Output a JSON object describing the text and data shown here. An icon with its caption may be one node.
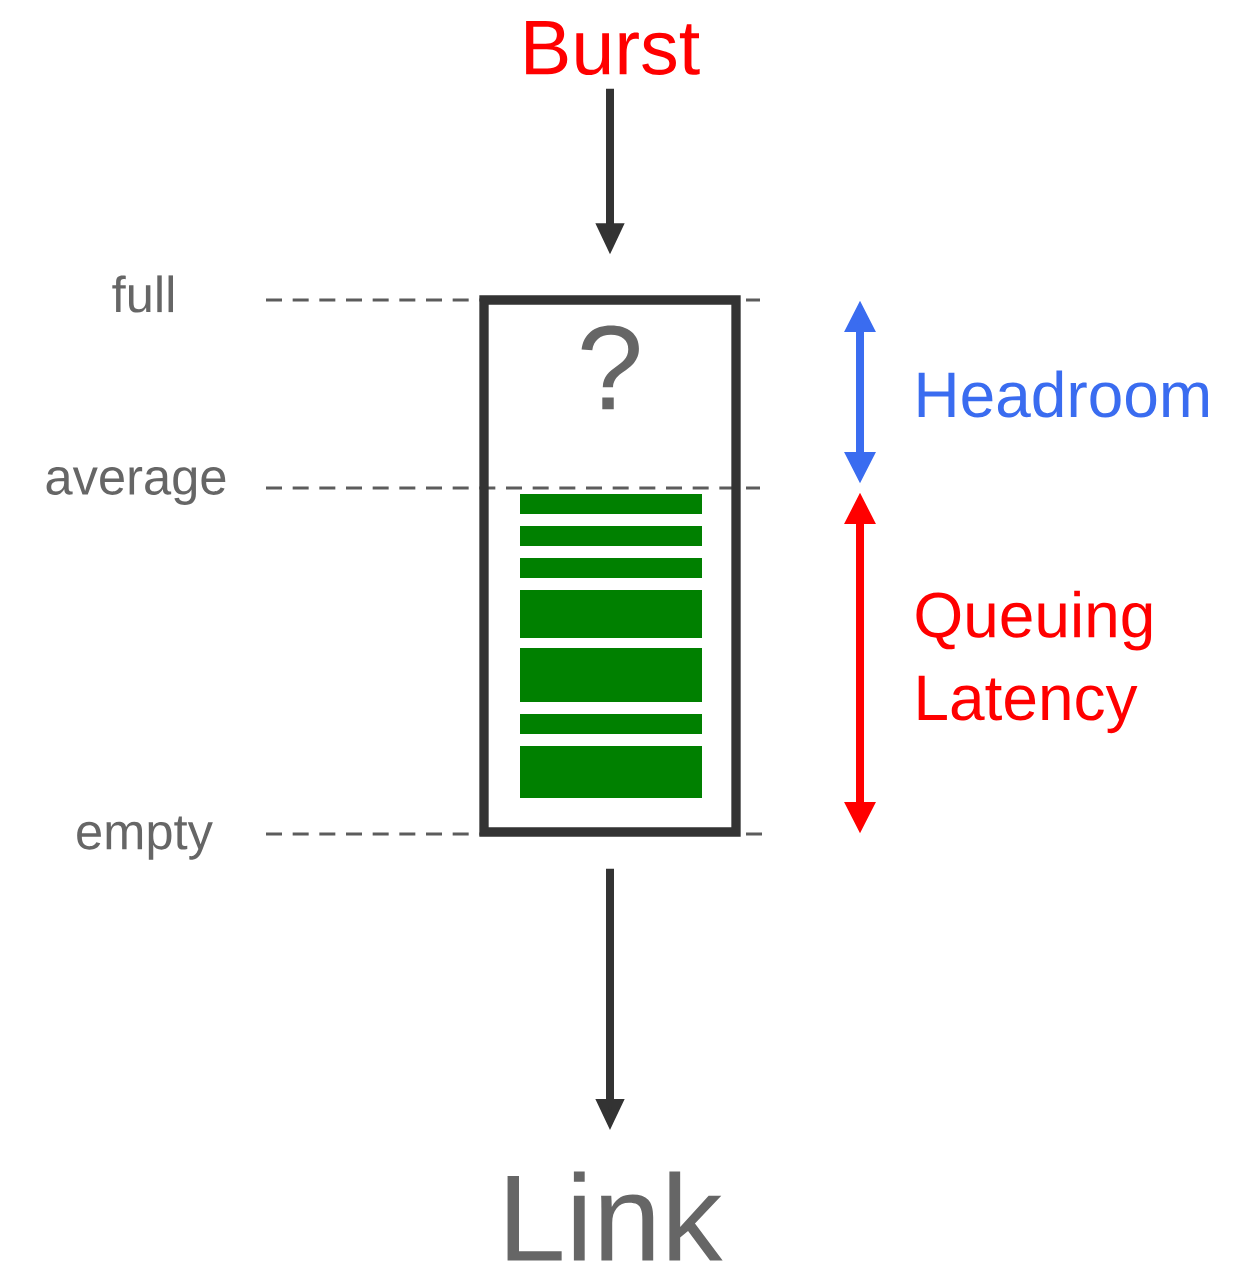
{
  "diagram": {
    "nodes": [
      {
        "text": [
          "Burst"
        ]
      },
      {
        "text": [
          "?"
        ]
      },
      {
        "text": [
          "Link"
        ]
      }
    ],
    "edges": [
      {
        "from": 0,
        "to": 1,
        "arrow": "to"
      },
      {
        "from": 1,
        "to": 2,
        "arrow": "to"
      }
    ],
    "labels": [
      "full",
      "average",
      "empty",
      "Headroom",
      "Queuing Latency"
    ]
  }
}
